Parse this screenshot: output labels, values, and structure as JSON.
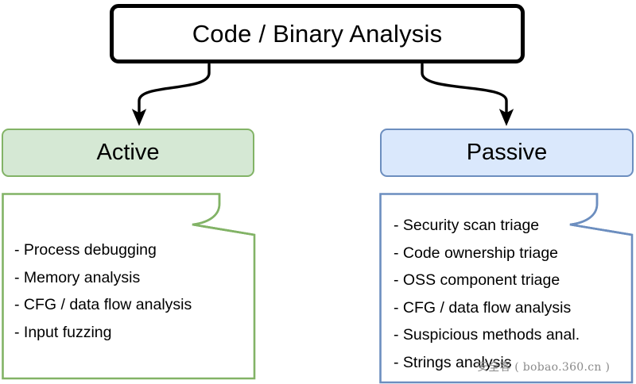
{
  "diagram": {
    "type": "tree",
    "root": {
      "label": "Code / Binary Analysis",
      "fill": "#ffffff",
      "stroke": "#000000"
    },
    "connectors": [
      {
        "name": "root-to-active",
        "from": "root",
        "to": "active",
        "style": "curved-arrow",
        "color": "#000000"
      },
      {
        "name": "root-to-passive",
        "from": "root",
        "to": "passive",
        "style": "curved-arrow",
        "color": "#000000"
      }
    ],
    "branches": [
      {
        "id": "active",
        "label": "Active",
        "fill": "#d5e8d4",
        "stroke": "#82b366",
        "note": {
          "stroke": "#82b366",
          "fill": "#ffffff",
          "items": [
            "- Process debugging",
            "- Memory analysis",
            "- CFG / data flow analysis",
            "- Input fuzzing"
          ]
        }
      },
      {
        "id": "passive",
        "label": "Passive",
        "fill": "#dae8fc",
        "stroke": "#6c8ebf",
        "note": {
          "stroke": "#6c8ebf",
          "fill": "#ffffff",
          "items": [
            "- Security scan triage",
            "- Code ownership triage",
            "- OSS component triage",
            "- CFG / data flow analysis",
            "- Suspicious methods anal.",
            "- Strings analysis"
          ]
        }
      }
    ]
  },
  "watermark": {
    "brand": "安全客",
    "site": "( bobao.360.cn )",
    "color": "#8a8a8a"
  }
}
